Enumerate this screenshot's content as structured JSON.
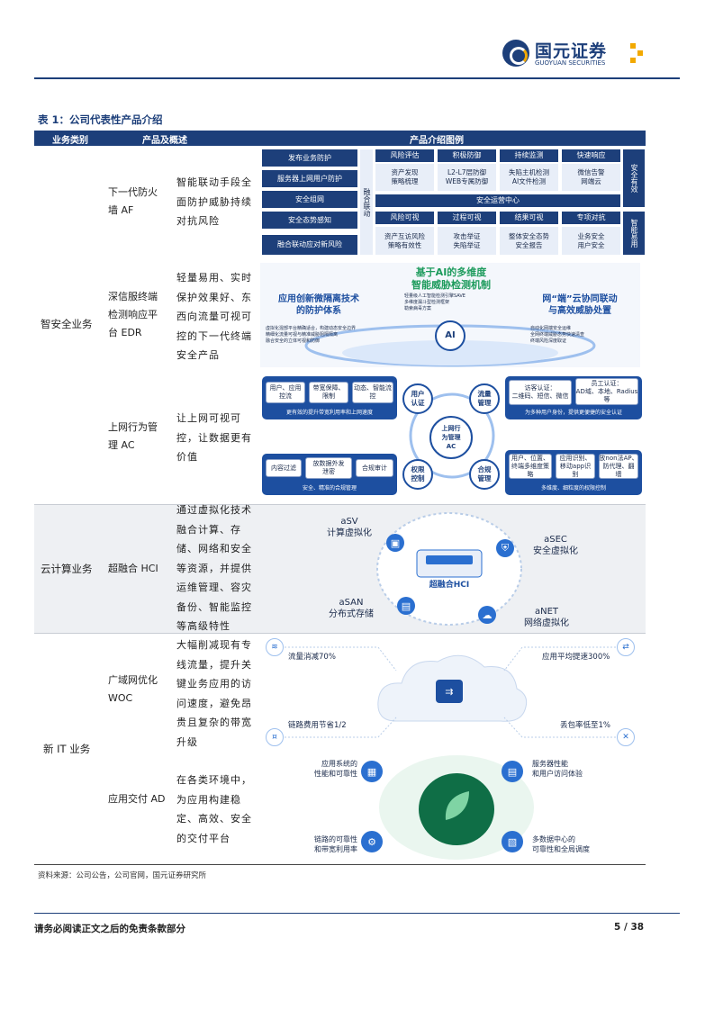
{
  "header": {
    "logo_cn": "国元证券",
    "logo_en": "GUOYUAN SECURITIES"
  },
  "caption": "表 1：公司代表性产品介绍",
  "table": {
    "headers": [
      "业务类别",
      "产品及概述",
      "产品介绍图例"
    ],
    "rows": [
      {
        "category": "智安全业务",
        "product": "下一代防火墙 AF",
        "desc": "智能联动手段全面防护威胁持续对抗风险"
      },
      {
        "product": "深信服终端检测响应平台 EDR",
        "desc": "轻量易用、实时保护效果好、东西向流量可视可控的下一代终端安全产品"
      },
      {
        "product": "上网行为管理 AC",
        "desc": "让上网可视可控，让数据更有价值"
      },
      {
        "category": "云计算业务",
        "product": "超融合 HCI",
        "desc": "通过虚拟化技术融合计算、存储、网络和安全等资源，并提供运维管理、容灾备份、智能监控等高级特性"
      },
      {
        "category": "新 IT 业务",
        "product": "广域网优化 WOC",
        "desc": "大幅削减现有专线流量，提升关键业务应用的访问速度，避免昂贵且复杂的带宽升级"
      },
      {
        "product": "应用交付 AD",
        "desc": "在各类环境中，为应用构建稳定、高效、安全的交付平台"
      }
    ]
  },
  "af": {
    "left": [
      "发布业务防护",
      "服务器上网用户防护",
      "安全组网",
      "安全态势感知",
      "融合联动应对新风险"
    ],
    "mid": "融合联动",
    "top_heads": [
      "风险评估",
      "积极防御",
      "持续监测",
      "快速响应"
    ],
    "top_items": [
      "资产发现\n策略梳理",
      "L2-L7层防御\nWEB专属防御",
      "失陷主机检测\nAI文件检测",
      "微信告警\n网端云"
    ],
    "center": "安全运营中心",
    "bot_heads": [
      "风险可视",
      "过程可视",
      "结果可视",
      "专项对抗"
    ],
    "bot_items": [
      "资产互访风险\n策略有效性",
      "攻击举证\n失陷举证",
      "整体安全态势\n安全报告",
      "业务安全\n用户安全"
    ],
    "right_top": "安全有效",
    "right_bot": "智能易用"
  },
  "edr": {
    "title": "基于AI的多维度\n智能威胁检测机制",
    "left_title": "应用创新微隔离技术\n的防护体系",
    "right_title": "网“端”云协同联动\n与高效威胁处置",
    "center_small": "轻量级人工智能检测引擎SAVE\n多维度漏斗型检测框架\n勒索病毒方案",
    "left_small": "虚拟化混部平台精确适合，构建动态安全边界\n精细化流量可视与精准威胁阻隔隔离\n融合安全的立体可视和防御",
    "right_small": "自动化网端安全运维\n全网终端威胁态势快速清查\n终端风险深度取证",
    "ai": "AI"
  },
  "ac": {
    "tl": [
      "用户、应用\n控流",
      "带宽保障、\n限制",
      "动态、智能流\n控"
    ],
    "tl_foot": "更有效的提升带宽利用率和上网速度",
    "tr": [
      "访客认证：\n二维码、短信、微信",
      "员工认证：\nAD域、本地、Radius\n等"
    ],
    "tr_foot": "为多种用户身份，提供更便捷的安全认证",
    "bl": [
      "内容过滤",
      "放数据外发\n泄密",
      "合规审计"
    ],
    "bl_foot": "安全、精准的合规管理",
    "br": [
      "用户、位置、\n终端多维度策\n略",
      "应用识别、\n移动app识\n别",
      "放non法AP、\n防代理、翻\n墙"
    ],
    "br_foot": "多维度、细粒度的权限控制",
    "c1": "用户\n认证",
    "c2": "流量\n管理",
    "c3": "权限\n控制",
    "c4": "合规\n管理",
    "center": "上网行\n为管理\nAC"
  },
  "hci": {
    "asv": "aSV\n计算虚拟化",
    "asec": "aSEC\n安全虚拟化",
    "asan": "aSAN\n分布式存储",
    "anet": "aNET\n网络虚拟化",
    "center": "超融合HCI"
  },
  "woc": {
    "tl": "流量消减70%",
    "tr": "应用平均提速300%",
    "bl": "链路费用节省1/2",
    "br": "丢包率低至1%"
  },
  "ad": {
    "tl": "应用系统的\n性能和可靠性",
    "tr": "服务器性能\n和用户访问体验",
    "bl": "链路的可靠性\n和带宽利用率",
    "br": "多数据中心的\n可靠性和全局调度"
  },
  "source": "资料来源：公司公告，公司官网，国元证券研究所",
  "disclaimer": "请务必阅读正文之后的免责条款部分",
  "page": "5 / 38",
  "colors": {
    "navy": "#1d3f7a",
    "blue": "#2a6fd0",
    "gold": "#f2a900"
  }
}
